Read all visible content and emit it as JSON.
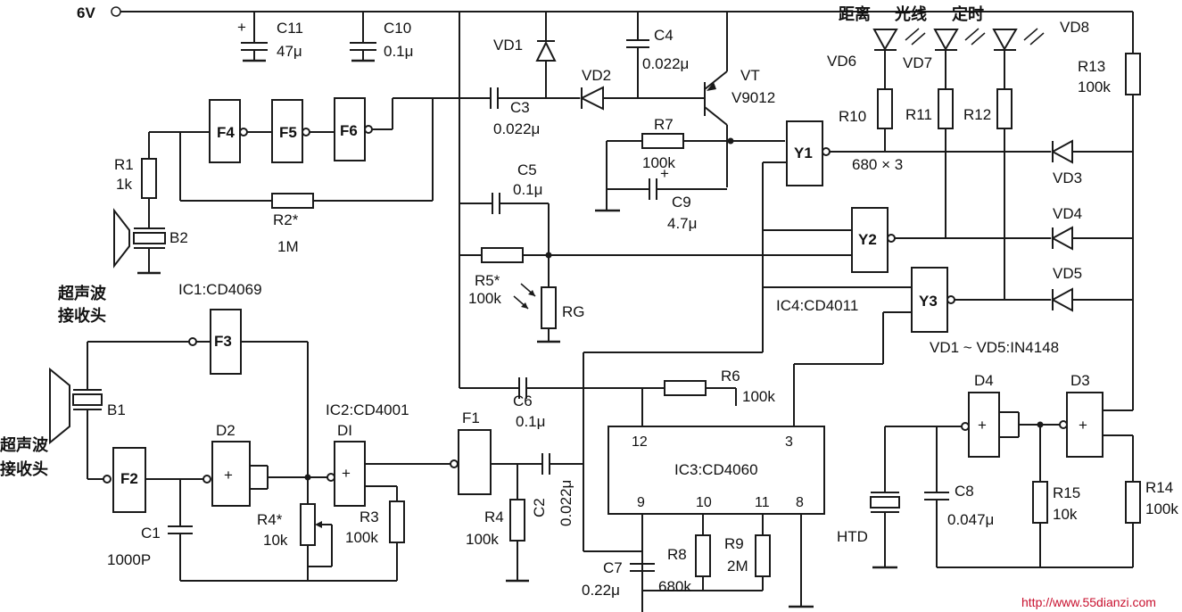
{
  "supply": "6V",
  "labels": {
    "c11": "C11",
    "c11v": "47μ",
    "c10": "C10",
    "c10v": "0.1μ",
    "vd1": "VD1",
    "vd2": "VD2",
    "c4": "C4",
    "c4v": "0.022μ",
    "vt": "VT",
    "vtv": "V9012",
    "c3": "C3",
    "c3v": "0.022μ",
    "r7": "R7",
    "r7v": "100k",
    "c9": "C9",
    "c9v": "4.7μ",
    "c5": "C5",
    "c5v": "0.1μ",
    "r5": "R5*",
    "r5v": "100k",
    "rg": "RG",
    "f4": "F4",
    "f5": "F5",
    "f6": "F6",
    "r1": "R1",
    "r1v": "1k",
    "r2": "R2*",
    "r2v": "1M",
    "b2": "B2",
    "rx1": "超声波",
    "rx2": "接收头",
    "ic1": "IC1:CD4069",
    "f3": "F3",
    "f2": "F2",
    "d2": "D2",
    "f1": "F1",
    "d1": "DI",
    "b1": "B1",
    "c1": "C1",
    "c1v": "1000P",
    "r4": "R4*",
    "r4v": "10k",
    "ic2": "IC2:CD4001",
    "r3": "R3",
    "r3v": "100k",
    "r4b": "R4",
    "r4bv": "100k",
    "c2": "C2",
    "c2v": "0.022μ",
    "c6": "C6",
    "c6v": "0.1μ",
    "r6": "R6",
    "r6v": "100k",
    "ic3": "IC3:CD4060",
    "pin12": "12",
    "pin3": "3",
    "pin9": "9",
    "pin10": "10",
    "pin11": "11",
    "pin8": "8",
    "c7": "C7",
    "c7v": "0.22μ",
    "r8": "R8",
    "r8v": "680k",
    "r9": "R9",
    "r9v": "2M",
    "y1": "Y1",
    "y2": "Y2",
    "y3": "Y3",
    "ic4": "IC4:CD4011",
    "vd15": "VD1 ~ VD5:IN4148",
    "mode_dist": "距离",
    "mode_light": "光线",
    "mode_timer": "定时",
    "vd6": "VD6",
    "vd7": "VD7",
    "vd8": "VD8",
    "r10": "R10",
    "r11": "R11",
    "r12": "R12",
    "r101112v": "680 × 3",
    "r13": "R13",
    "r13v": "100k",
    "vd3": "VD3",
    "vd4": "VD4",
    "vd5": "VD5",
    "d4": "D4",
    "d3": "D3",
    "c8": "C8",
    "c8v": "0.047μ",
    "r15": "R15",
    "r15v": "10k",
    "r14": "R14",
    "r14v": "100k",
    "htd": "HTD",
    "watermark": "http://www.55dianzi.com"
  },
  "gate_symbol_plus": "+"
}
